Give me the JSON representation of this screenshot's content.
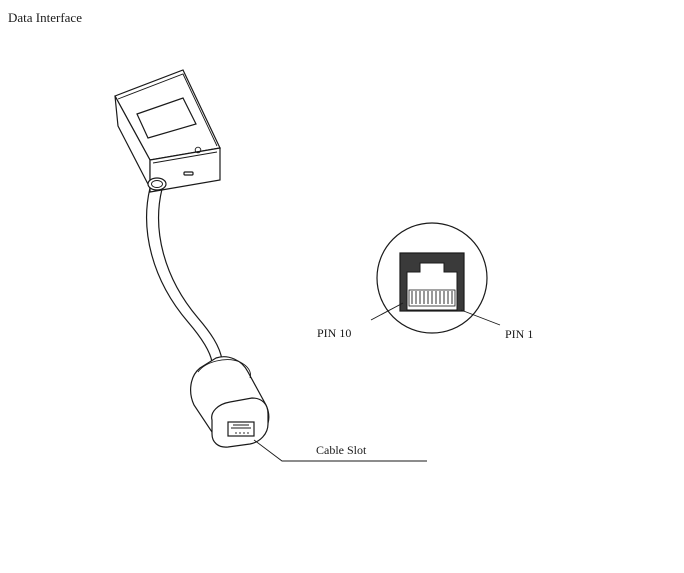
{
  "header": {
    "title": "Data Interface"
  },
  "diagram": {
    "labels": {
      "cable_slot": "Cable Slot",
      "pin_left": "PIN 10",
      "pin_right": "PIN 1"
    }
  },
  "colors": {
    "line": "#1a1a1a",
    "port_fill": "#3a3a3a",
    "background": "#ffffff"
  }
}
